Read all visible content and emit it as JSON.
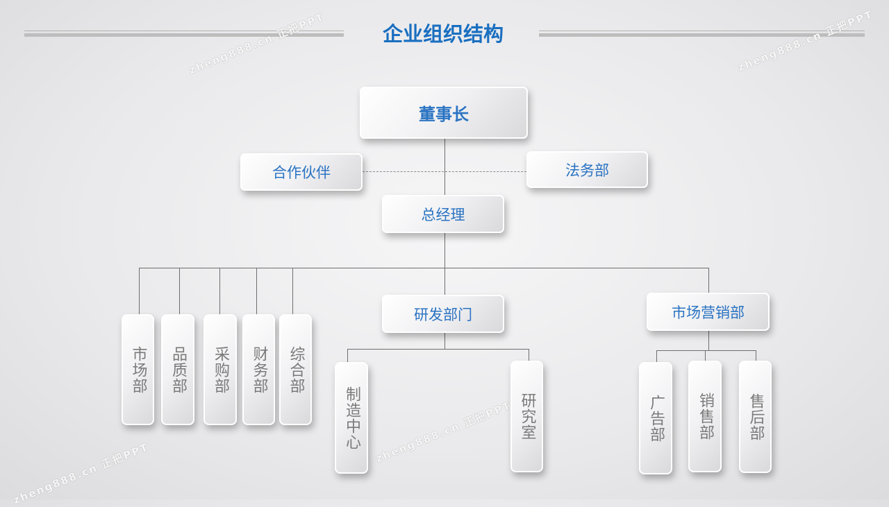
{
  "title": "企业组织结构",
  "watermark": "zheng888.cn 正把PPT",
  "accent": "#1a6fc0",
  "nodes": {
    "chairman": "董事长",
    "partner": "合作伙伴",
    "legal": "法务部",
    "gm": "总经理",
    "market": "市场部",
    "quality": "品质部",
    "purchase": "采购部",
    "finance": "财务部",
    "general": "综合部",
    "rnd": "研发部门",
    "manufacturing": "制造中心",
    "lab": "研究室",
    "marketing": "市场营销部",
    "ads": "广告部",
    "sales": "销售部",
    "aftersales": "售后部"
  }
}
